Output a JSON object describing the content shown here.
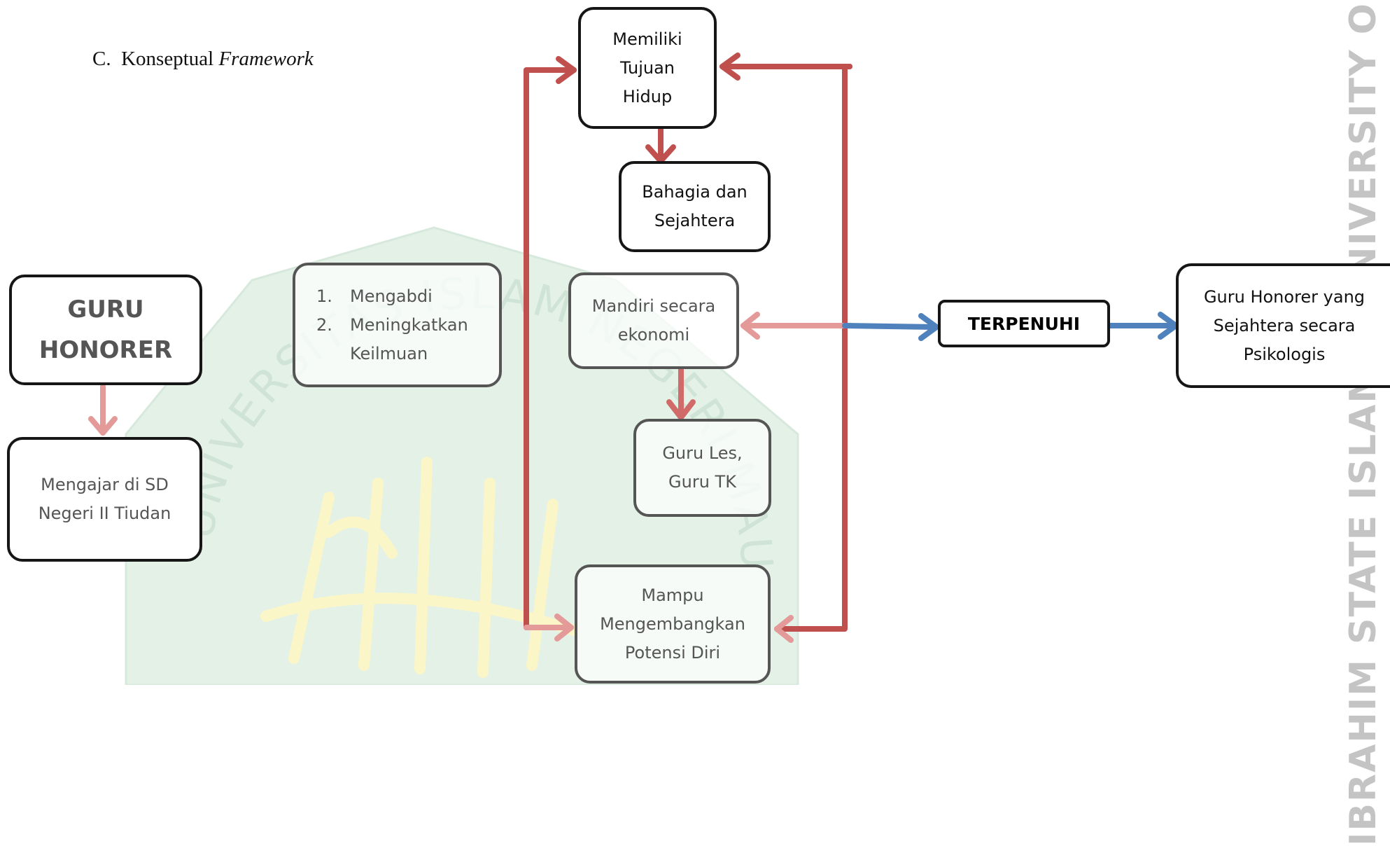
{
  "heading": {
    "prefix": "C.",
    "text": "Konseptual",
    "italic": "Framework"
  },
  "watermark": {
    "seal_text": "UNIVERSITAS ISLAM NEGERI MAULANA MALIK IBRAHIM",
    "side_text": "IBRAHIM STATE ISLAMIC UNIVERSITY OF MALA"
  },
  "nodes": {
    "guru_honorer": {
      "line1": "GURU",
      "line2": "HONORER"
    },
    "mengajar": {
      "line1": "Mengajar di SD",
      "line2": "Negeri II Tiudan"
    },
    "motivasi": {
      "items": [
        {
          "num": "1.",
          "text": "Mengabdi"
        },
        {
          "num": "2.",
          "text": "Meningkatkan"
        },
        {
          "num": "",
          "text": "Keilmuan"
        }
      ]
    },
    "tujuan_hidup": {
      "line1": "Memiliki",
      "line2": "Tujuan",
      "line3": "Hidup"
    },
    "bahagia": {
      "line1": "Bahagia dan",
      "line2": "Sejahtera"
    },
    "mandiri": {
      "line1": "Mandiri secara",
      "line2": "ekonomi"
    },
    "guru_les": {
      "line1": "Guru Les,",
      "line2": "Guru TK"
    },
    "potensi": {
      "line1": "Mampu",
      "line2": "Mengembangkan",
      "line3": "Potensi Diri"
    },
    "terpenuhi": {
      "label": "TERPENUHI"
    },
    "hasil": {
      "line1": "Guru Honorer yang",
      "line2": "Sejahtera secara",
      "line3": "Psikologis"
    }
  },
  "colors": {
    "red_arrow": "#c0504d",
    "pink_arrow": "#e39a99",
    "blue_arrow": "#4f81bd",
    "seal_green": "#e3f1e7",
    "seal_yellow": "#fbf6c8"
  }
}
